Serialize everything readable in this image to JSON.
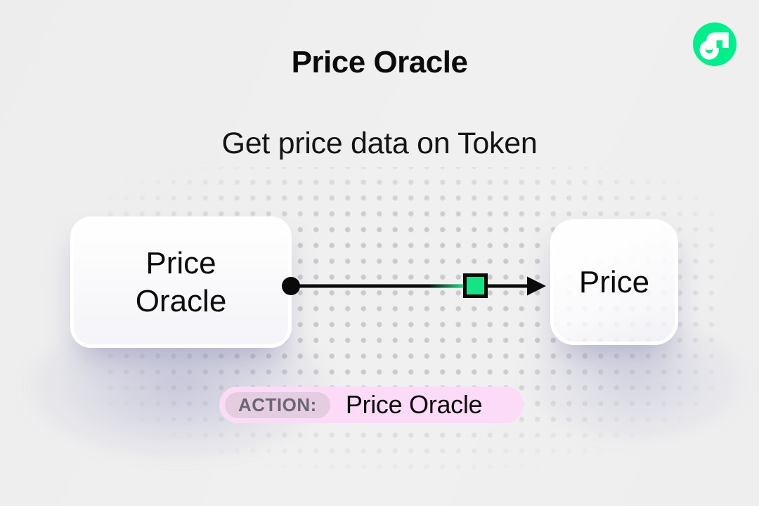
{
  "header": {
    "title": "Price Oracle",
    "subtitle": "Get price data on Token"
  },
  "logo": {
    "name": "Flow",
    "color": "#00EF8B"
  },
  "diagram": {
    "source_node": {
      "label": "Price Oracle"
    },
    "target_node": {
      "label": "Price"
    },
    "connector": {
      "direction": "left-to-right",
      "start_marker": "black-dot",
      "mid_marker": "green-square",
      "end_marker": "arrowhead"
    }
  },
  "action_badge": {
    "label": "ACTION:",
    "value": "Price Oracle"
  },
  "colors": {
    "background": "#EFEFEF",
    "text": "#0B0B0B",
    "flow_green": "#00EF8B",
    "marker_green": "#16E286",
    "badge_bg": "#FBDBF8",
    "badge_label_bg": "#E4CDE1",
    "badge_label_text": "#6C6672",
    "dot": "#C9C9CE",
    "line": "#0A0A0A"
  }
}
